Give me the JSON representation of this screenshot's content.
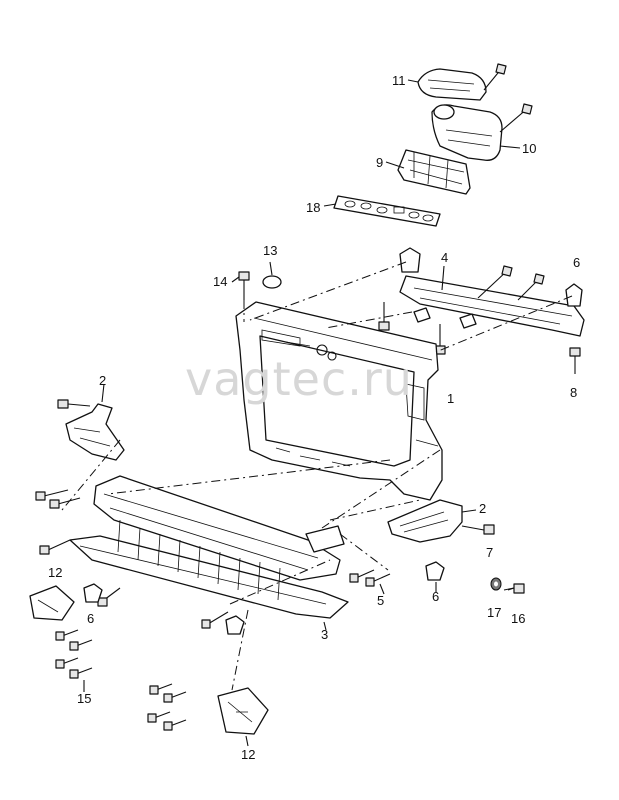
{
  "watermark": "vagtec.ru",
  "callouts": [
    {
      "id": "c11",
      "text": "11"
    },
    {
      "id": "c10",
      "text": "10"
    },
    {
      "id": "c9",
      "text": "9"
    },
    {
      "id": "c18",
      "text": "18"
    },
    {
      "id": "c13",
      "text": "13"
    },
    {
      "id": "c14",
      "text": "14"
    },
    {
      "id": "c4",
      "text": "4"
    },
    {
      "id": "c6a",
      "text": "6"
    },
    {
      "id": "c8",
      "text": "8"
    },
    {
      "id": "c1",
      "text": "1"
    },
    {
      "id": "c2a",
      "text": "2"
    },
    {
      "id": "c2b",
      "text": "2"
    },
    {
      "id": "c7",
      "text": "7"
    },
    {
      "id": "c12a",
      "text": "12"
    },
    {
      "id": "c6b",
      "text": "6"
    },
    {
      "id": "c5",
      "text": "5"
    },
    {
      "id": "c6c",
      "text": "6"
    },
    {
      "id": "c17",
      "text": "17"
    },
    {
      "id": "c16",
      "text": "16"
    },
    {
      "id": "c3",
      "text": "3"
    },
    {
      "id": "c15",
      "text": "15"
    },
    {
      "id": "c12b",
      "text": "12"
    }
  ]
}
